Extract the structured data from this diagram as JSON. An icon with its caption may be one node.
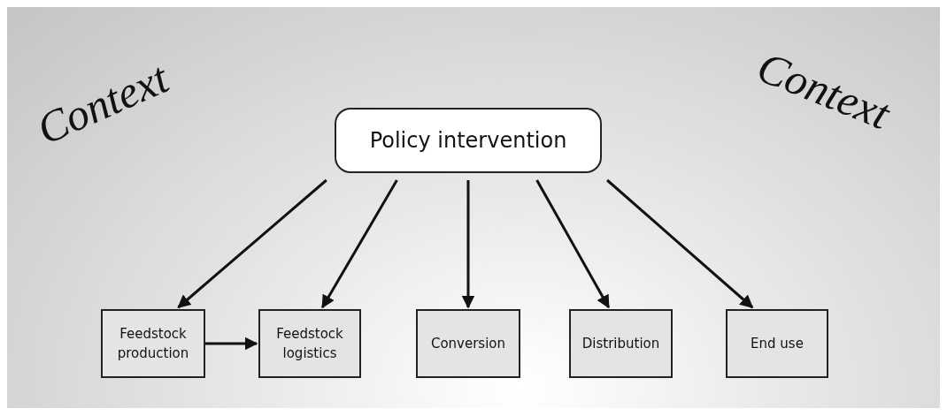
{
  "diagram": {
    "nodes": [
      {
        "text": [
          "Policy intervention"
        ]
      },
      {
        "text": [
          "Feedstock production"
        ]
      },
      {
        "text": [
          "Feedstock logistics"
        ]
      },
      {
        "text": [
          "Conversion"
        ]
      },
      {
        "text": [
          "Distribution"
        ]
      },
      {
        "text": [
          "End use"
        ]
      }
    ],
    "edges": [
      {
        "from": 0,
        "to": 1,
        "arrow": "to"
      },
      {
        "from": 0,
        "to": 2,
        "arrow": "to"
      },
      {
        "from": 0,
        "to": 3,
        "arrow": "to"
      },
      {
        "from": 0,
        "to": 4,
        "arrow": "to"
      },
      {
        "from": 0,
        "to": 5,
        "arrow": "to"
      },
      {
        "from": 1,
        "to": 2,
        "arrow": "to"
      }
    ],
    "labels": [
      "Context",
      "Context"
    ]
  }
}
